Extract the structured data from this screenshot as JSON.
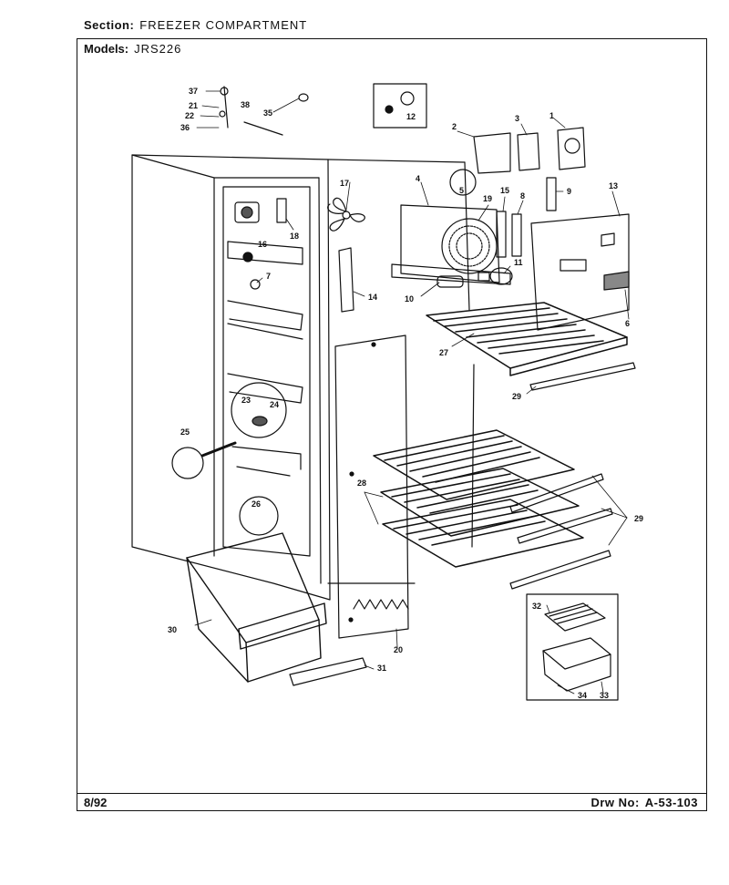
{
  "header": {
    "section_label": "Section:",
    "section_value": "FREEZER COMPARTMENT",
    "models_label": "Models:",
    "models_value": "JRS226"
  },
  "footer": {
    "date": "8/92",
    "drawing_label": "Drw No:",
    "drawing_value": "A-53-103"
  },
  "callouts": [
    "1",
    "2",
    "3",
    "4",
    "5",
    "6",
    "7",
    "8",
    "9",
    "10",
    "11",
    "12",
    "13",
    "14",
    "15",
    "16",
    "17",
    "18",
    "19",
    "20",
    "21",
    "22",
    "23",
    "24",
    "25",
    "26",
    "27",
    "28",
    "29",
    "30",
    "31",
    "32",
    "33",
    "34",
    "35",
    "36",
    "37",
    "38"
  ],
  "colors": {
    "ink": "#111111",
    "paper": "#ffffff",
    "shade": "#555555"
  }
}
